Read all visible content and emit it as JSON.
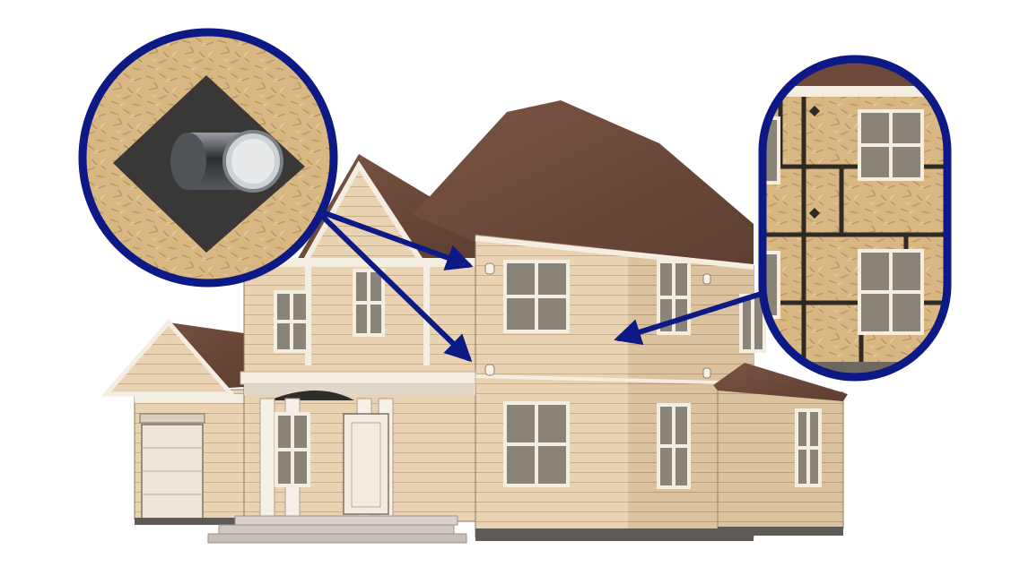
{
  "illustration": {
    "subject": "two-story-house-sheathing-diagram",
    "callouts": [
      {
        "id": "pipe-flashing-detail",
        "shape": "circle"
      },
      {
        "id": "sheathing-detail",
        "shape": "capsule"
      }
    ]
  },
  "colors": {
    "callout_ring": "#0d1a85",
    "arrow": "#0d1a85",
    "osb": "#d8b782",
    "siding": "#e9d3b3",
    "roof": "#6f4a3a",
    "trim": "#f4ede2",
    "window_glass": "#8a8378",
    "flashing": "#3a3836",
    "foundation": "#5e5a55"
  }
}
